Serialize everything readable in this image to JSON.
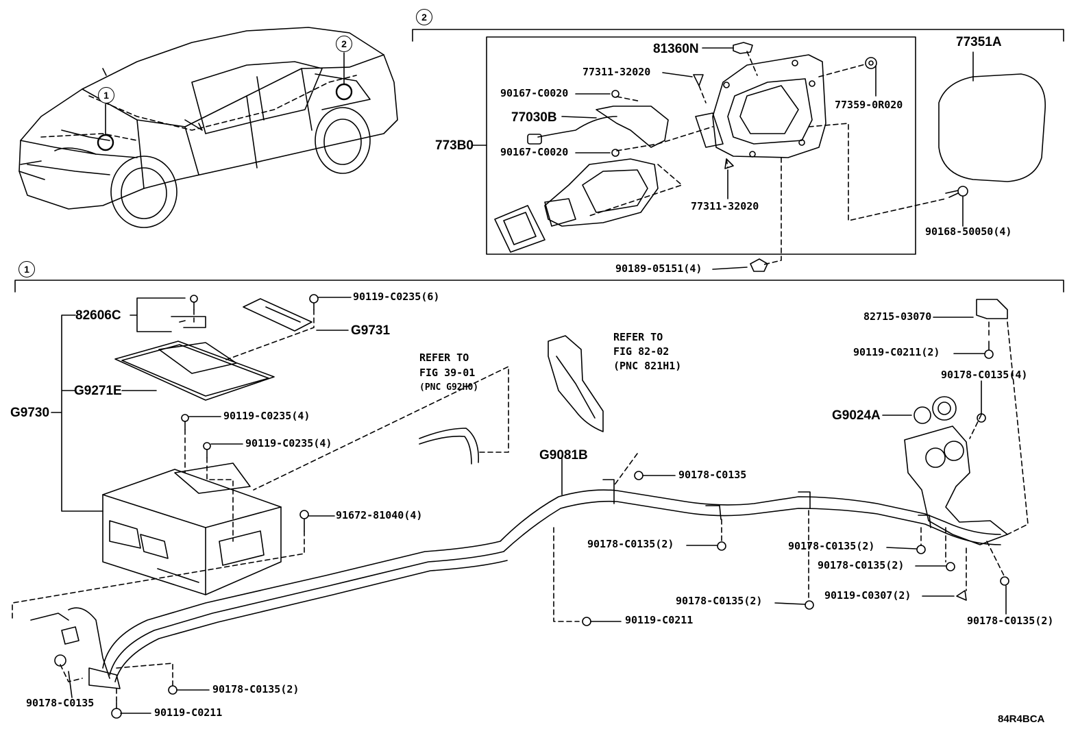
{
  "callouts": {
    "one": "1",
    "two": "2"
  },
  "section2": {
    "labels": {
      "p81360N": "81360N",
      "p77351A": "77351A",
      "p77311_32020_top": "77311-32020",
      "p90167_C0020_top": "90167-C0020",
      "p77359_0R020": "77359-0R020",
      "p77030B": "77030B",
      "p773B0": "773B0",
      "p90167_C0020_bot": "90167-C0020",
      "p77311_32020_bot": "77311-32020",
      "p90168_50050": "90168-50050(4)",
      "p90189_05151": "90189-05151(4)"
    }
  },
  "section1": {
    "labels": {
      "p82606C": "82606C",
      "p90119_C0235_6": "90119-C0235(6)",
      "pG9731": "G9731",
      "pG9271E": "G9271E",
      "pG9730": "G9730",
      "p90119_C0235_4a": "90119-C0235(4)",
      "p90119_C0235_4b": "90119-C0235(4)",
      "p91672_81040": "91672-81040(4)",
      "ref1_line1": "REFER TO",
      "ref1_line2": "FIG 39-01",
      "ref1_line3": "(PNC G92H0)",
      "ref2_line1": "REFER TO",
      "ref2_line2": "FIG 82-02",
      "ref2_line3": "(PNC 821H1)",
      "pG9081B": "G9081B",
      "p90178_C0135_a": "90178-C0135",
      "p82715_03070": "82715-03070",
      "p90119_C0211_2": "90119-C0211(2)",
      "p90178_C0135_4": "90178-C0135(4)",
      "pG9024A": "G9024A",
      "p90178_C0135_2a": "90178-C0135(2)",
      "p90178_C0135_2b": "90178-C0135(2)",
      "p90178_C0135_2c": "90178-C0135(2)",
      "p90178_C0135_2d": "90178-C0135(2)",
      "p90119_C0307": "90119-C0307(2)",
      "p90178_C0135_2e": "90178-C0135(2)",
      "p90119_C0211_mid": "90119-C0211",
      "p90178_C0135_2f": "90178-C0135(2)",
      "p90178_C0135_b": "90178-C0135",
      "p90119_C0211_bot": "90119-C0211"
    }
  },
  "footer": {
    "code": "84R4BCA"
  }
}
